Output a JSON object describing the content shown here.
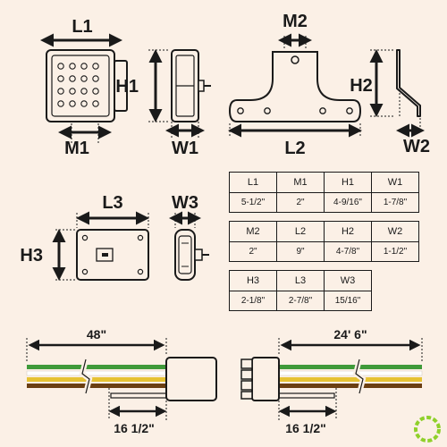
{
  "labels": {
    "l1": "L1",
    "m1": "M1",
    "h1": "H1",
    "w1": "W1",
    "m2": "M2",
    "l2": "L2",
    "h2": "H2",
    "w2": "W2",
    "h3": "H3",
    "l3": "L3",
    "w3": "W3",
    "wire_left_top": "48\"",
    "wire_left_bottom": "16 1/2\"",
    "wire_right_top": "24' 6\"",
    "wire_right_bottom": "16 1/2\""
  },
  "tables": [
    {
      "headers": [
        "L1",
        "M1",
        "H1",
        "W1"
      ],
      "values": [
        "5-1/2\"",
        "2\"",
        "4-9/16\"",
        "1-7/8\""
      ]
    },
    {
      "headers": [
        "M2",
        "L2",
        "H2",
        "W2"
      ],
      "values": [
        "2\"",
        "9\"",
        "4-7/8\"",
        "1-1/2\""
      ]
    },
    {
      "headers": [
        "H3",
        "L3",
        "W3"
      ],
      "values": [
        "2-1/8\"",
        "2-7/8\"",
        "15/16\""
      ]
    }
  ],
  "colors": {
    "background": "#fbf0e6",
    "line": "#1a1a1a",
    "wire_green": "#3f9a3a",
    "wire_white": "#ffffff",
    "wire_yellow": "#e6c233",
    "wire_brown": "#6b3f12",
    "logo_green": "#8fd02a"
  }
}
